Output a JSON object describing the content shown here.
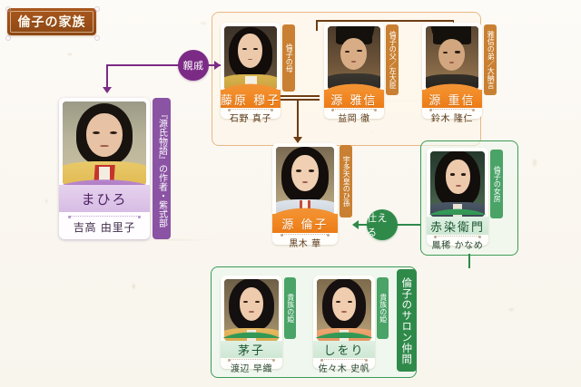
{
  "title": {
    "label": "倫子の家族"
  },
  "groups": {
    "family": {
      "name": "family-group"
    },
    "salon": {
      "label": "倫子のサロン仲間"
    },
    "lady": {
      "name": "lady-in-waiting-group"
    }
  },
  "relations": {
    "kinship": "親戚",
    "serves": "仕える"
  },
  "hero": {
    "name": "まひろ",
    "actor": "吉高 由里子",
    "tag": "『源氏物語』の作者・紫式部"
  },
  "people": [
    {
      "id": "fujiwara-bokushi",
      "name": "藤原 穆子",
      "actor": "石野 真子",
      "tag": "倫子の母",
      "theme": "orange"
    },
    {
      "id": "minamoto-masanobu",
      "name": "源 雅信",
      "actor": "益岡 徹",
      "tag": "倫子の父／左大臣",
      "theme": "orange"
    },
    {
      "id": "minamoto-shigenobu",
      "name": "源 重信",
      "actor": "鈴木 隆仁",
      "tag": "雅信の弟／大納言",
      "theme": "orange"
    },
    {
      "id": "minamoto-rinshi",
      "name": "源 倫子",
      "actor": "黒木 華",
      "tag": "宇多天皇のひ孫",
      "theme": "orange"
    },
    {
      "id": "akazome-emon",
      "name": "赤染衛門",
      "actor": "鳳稀 かなめ",
      "tag": "倫子の女房",
      "theme": "green"
    },
    {
      "id": "chiko",
      "name": "茅子",
      "actor": "渡辺 早織",
      "tag": "貴族の姫",
      "theme": "green"
    },
    {
      "id": "shiwori",
      "name": "しをり",
      "actor": "佐々木 史帆",
      "tag": "貴族の姫",
      "theme": "green"
    }
  ],
  "colors": {
    "background": "#faf7f0",
    "title_brown": "#9b4f18",
    "orange": "#ec7c17",
    "green": "#2f8a4a",
    "purple": "#7b2b86",
    "line_brown": "#6e3d13"
  }
}
